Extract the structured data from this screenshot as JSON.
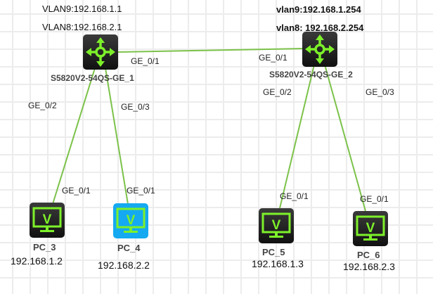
{
  "diagram": {
    "colors": {
      "link": "#7cc24a",
      "icon_green": "#7df02a",
      "pc_selected_bg": "#14a9f0",
      "device_bg": "#1a1a1a"
    },
    "switches": [
      {
        "id": "sw1",
        "name": "S5820V2-54QS-GE_1",
        "vlans": [
          "VLAN9:192.168.1.1",
          "VLAN8:192.168.2.1"
        ],
        "icon": "router-arrows-icon"
      },
      {
        "id": "sw2",
        "name": "S5820V2-54QS-GE_2",
        "vlans": [
          "vlan9:192.168.1.254",
          "vlan8: 192.168.2.254"
        ],
        "icon": "router-arrows-icon"
      }
    ],
    "pcs": [
      {
        "id": "pc3",
        "name": "PC_3",
        "ip": "192.168.1.2",
        "port": "GE_0/1",
        "selected": false
      },
      {
        "id": "pc4",
        "name": "PC_4",
        "ip": "192.168.2.2",
        "port": "GE_0/1",
        "selected": true
      },
      {
        "id": "pc5",
        "name": "PC_5",
        "ip": "192.168.1.3",
        "port": "GE_0/1",
        "selected": false
      },
      {
        "id": "pc6",
        "name": "PC_6",
        "ip": "192.168.2.3",
        "port": "GE_0/1",
        "selected": false
      }
    ],
    "links": [
      {
        "from": "sw1",
        "from_port": "GE_0/1",
        "to": "sw2",
        "to_port": "GE_0/1"
      },
      {
        "from": "sw1",
        "from_port": "GE_0/2",
        "to": "pc3",
        "to_port": "GE_0/1"
      },
      {
        "from": "sw1",
        "from_port": "GE_0/3",
        "to": "pc4",
        "to_port": "GE_0/1"
      },
      {
        "from": "sw2",
        "from_port": "GE_0/2",
        "to": "pc5",
        "to_port": "GE_0/1"
      },
      {
        "from": "sw2",
        "from_port": "GE_0/3",
        "to": "pc6",
        "to_port": "GE_0/1"
      }
    ]
  }
}
